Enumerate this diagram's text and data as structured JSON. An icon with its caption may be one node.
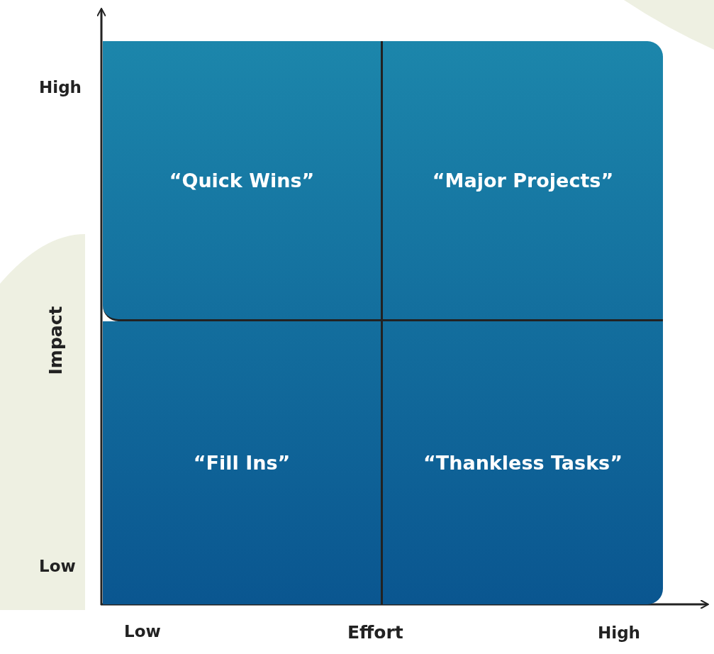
{
  "diagram": {
    "nodes": [
      {
        "text": [
          "“Quick Wins”"
        ]
      },
      {
        "text": [
          "“Major Projects”"
        ]
      },
      {
        "text": [
          "“Fill Ins”"
        ]
      },
      {
        "text": [
          "“Thankless Tasks”"
        ]
      }
    ],
    "labels": [
      "High",
      "Impact",
      "Low",
      "Low",
      "Effort",
      "High"
    ]
  }
}
